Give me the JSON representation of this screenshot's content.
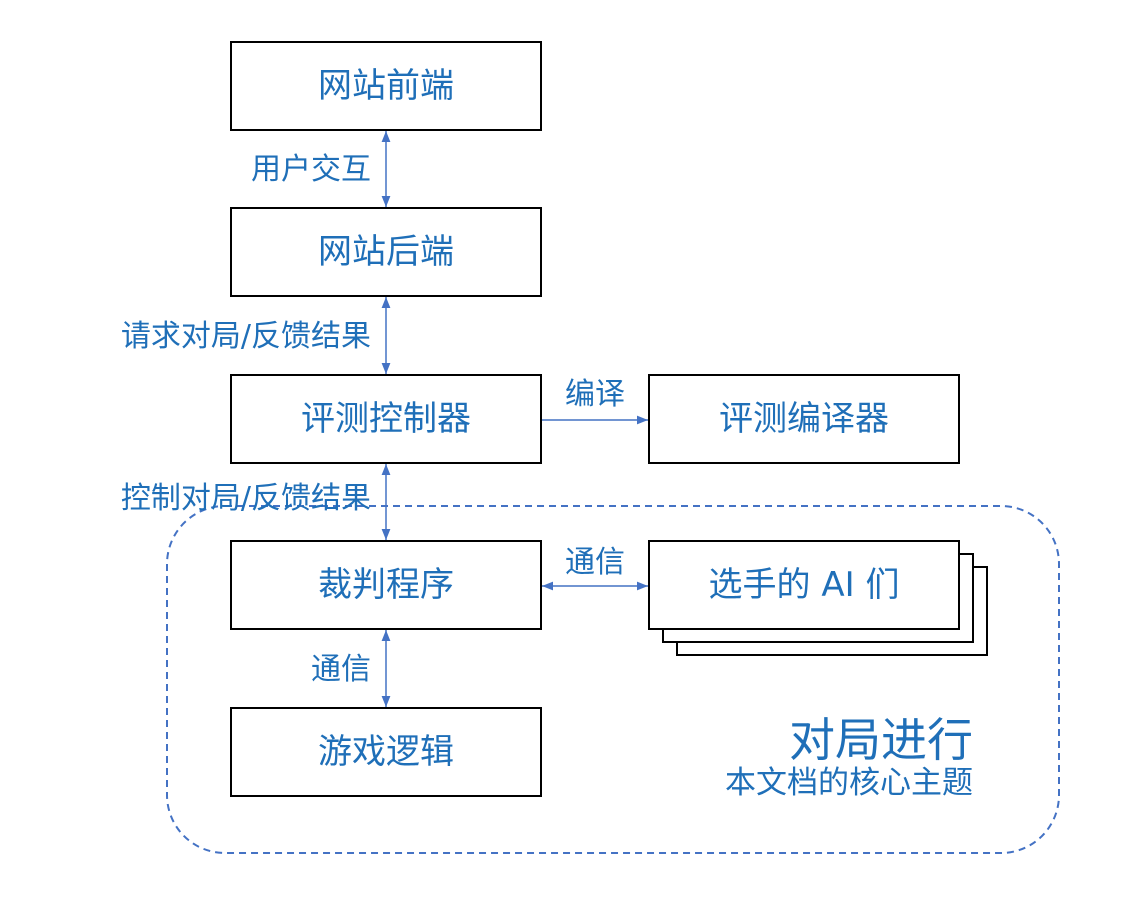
{
  "diagram": {
    "nodes": {
      "frontend": "网站前端",
      "backend": "网站后端",
      "controller": "评测控制器",
      "compiler": "评测编译器",
      "judge": "裁判程序",
      "ai_players": "选手的 AI 们",
      "game_logic": "游戏逻辑"
    },
    "edges": {
      "frontend_backend": {
        "label": "用户交互",
        "arrowheads": "both"
      },
      "backend_controller": {
        "label": "请求对局/反馈结果",
        "arrowheads": "both"
      },
      "controller_compiler": {
        "label": "编译",
        "arrowheads": "end"
      },
      "controller_judge": {
        "label": "控制对局/反馈结果",
        "arrowheads": "both"
      },
      "judge_ai": {
        "label": "通信",
        "arrowheads": "both"
      },
      "judge_game": {
        "label": "通信",
        "arrowheads": "both"
      }
    },
    "region": {
      "title": "对局进行",
      "subtitle": "本文档的核心主题"
    }
  },
  "colors": {
    "text": "#1f6fb8",
    "arrow": "#4472c4",
    "border": "#000000"
  }
}
